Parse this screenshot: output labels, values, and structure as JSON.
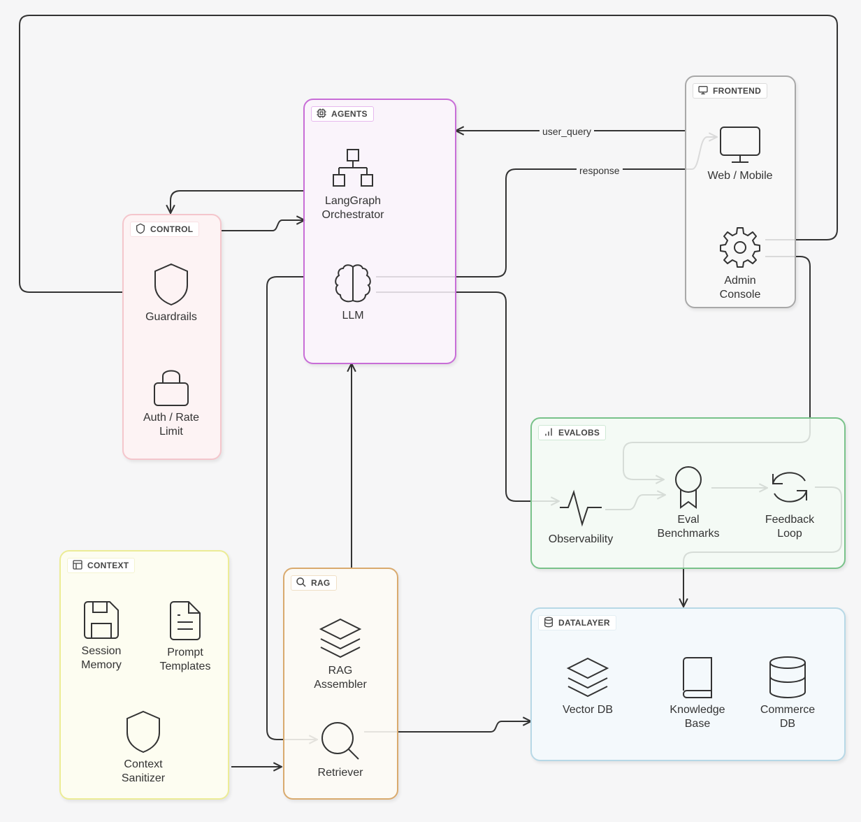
{
  "groups": {
    "agents": {
      "label": "AGENTS",
      "icon": "cpu-icon",
      "border": "#c86dd7",
      "fill": "#faf3fb"
    },
    "control": {
      "label": "CONTROL",
      "icon": "shield-icon",
      "border": "#f4c6cc",
      "fill": "#fdf3f4"
    },
    "frontend": {
      "label": "FRONTEND",
      "icon": "monitor-icon",
      "border": "#a8a8a8",
      "fill": "#f8f8f8"
    },
    "evalobs": {
      "label": "EVALOBS",
      "icon": "bar-chart-icon",
      "border": "#79c28a",
      "fill": "#f3faf5"
    },
    "datalayer": {
      "label": "DATALAYER",
      "icon": "database-icon",
      "border": "#b7d8e6",
      "fill": "#f4f9fc"
    },
    "context": {
      "label": "CONTEXT",
      "icon": "layout-icon",
      "border": "#ecec96",
      "fill": "#fdfdf1"
    },
    "rag": {
      "label": "RAG",
      "icon": "search-icon",
      "border": "#d9aa6e",
      "fill": "#fdfbf5"
    }
  },
  "nodes": {
    "orchestrator": {
      "label": "LangGraph\nOrchestrator",
      "icon": "hierarchy-icon"
    },
    "llm": {
      "label": "LLM",
      "icon": "brain-icon"
    },
    "guardrails": {
      "label": "Guardrails",
      "icon": "shield-icon"
    },
    "auth": {
      "label": "Auth / Rate\nLimit",
      "icon": "lock-icon"
    },
    "web": {
      "label": "Web / Mobile",
      "icon": "monitor-icon"
    },
    "admin": {
      "label": "Admin\nConsole",
      "icon": "gear-icon"
    },
    "observability": {
      "label": "Observability",
      "icon": "pulse-icon"
    },
    "eval": {
      "label": "Eval\nBenchmarks",
      "icon": "award-icon"
    },
    "feedback": {
      "label": "Feedback\nLoop",
      "icon": "refresh-icon"
    },
    "vectordb": {
      "label": "Vector DB",
      "icon": "layers-icon"
    },
    "kb": {
      "label": "Knowledge\nBase",
      "icon": "book-icon"
    },
    "commercedb": {
      "label": "Commerce\nDB",
      "icon": "database-icon"
    },
    "session": {
      "label": "Session\nMemory",
      "icon": "save-icon"
    },
    "prompt": {
      "label": "Prompt\nTemplates",
      "icon": "file-text-icon"
    },
    "sanitizer": {
      "label": "Context\nSanitizer",
      "icon": "shield-icon"
    },
    "assembler": {
      "label": "RAG\nAssembler",
      "icon": "layers-icon"
    },
    "retriever": {
      "label": "Retriever",
      "icon": "search-icon"
    }
  },
  "edges": {
    "user_query": "user_query",
    "response": "response"
  },
  "colors": {
    "edge": "#333333",
    "background": "#f6f6f7"
  }
}
